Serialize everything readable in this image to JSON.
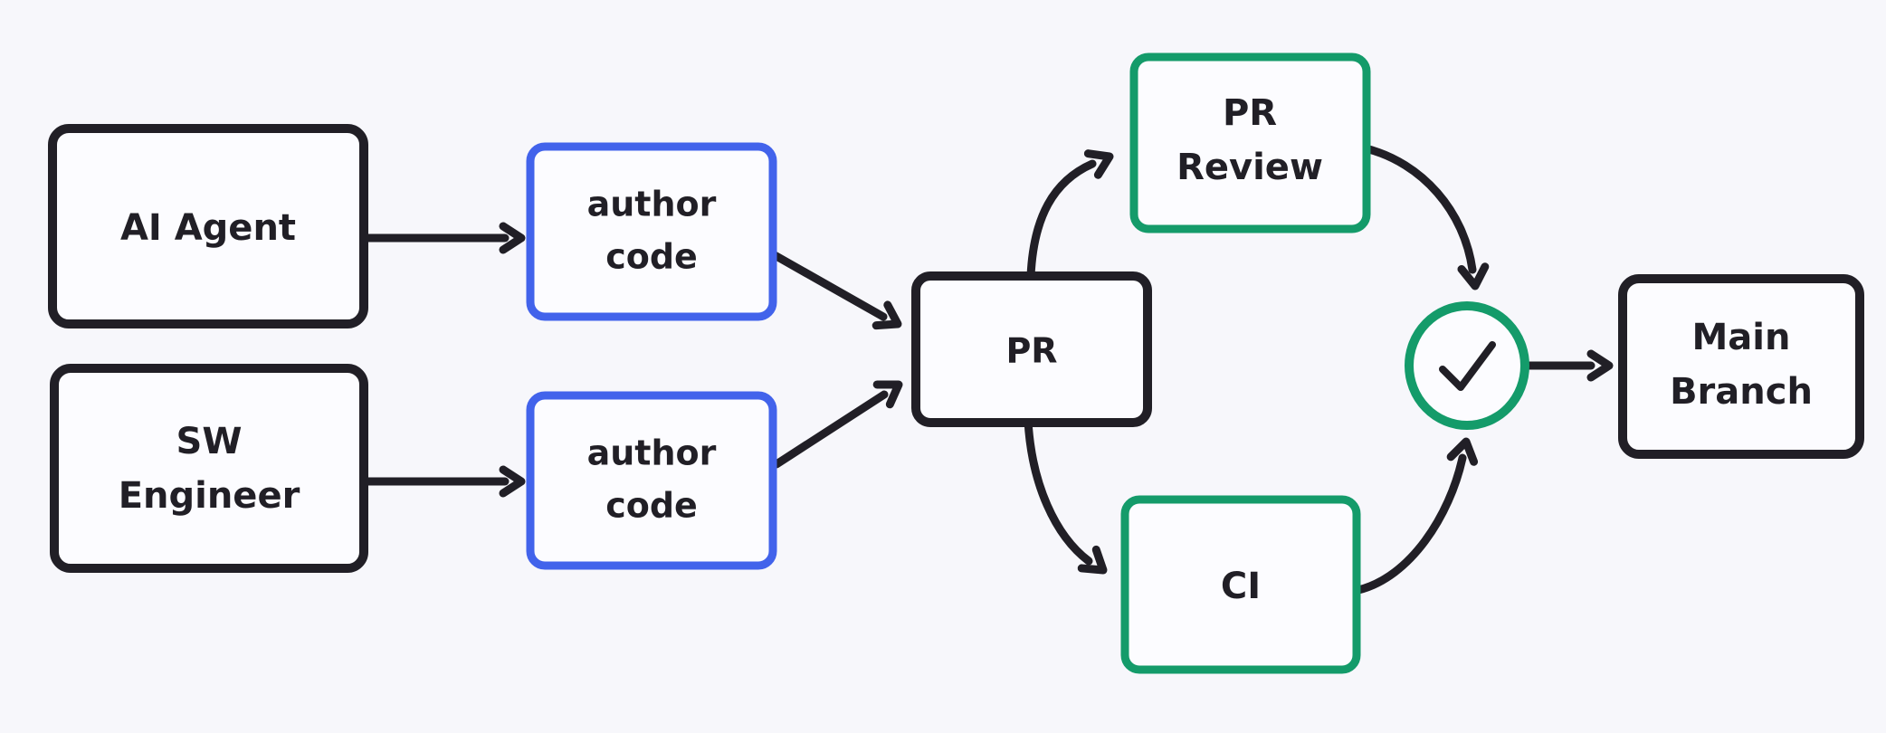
{
  "colors": {
    "background": "#f7f7fb",
    "node_fill": "#fcfcff",
    "stroke_black": "#211f26",
    "stroke_blue": "#4263eb",
    "stroke_green": "#149b6a",
    "text_color": "#211f26"
  },
  "diagram": {
    "nodes": {
      "ai_agent": {
        "label": "AI Agent",
        "line1": "AI Agent",
        "border_color": "#211f26"
      },
      "sw_engineer": {
        "label": "SW Engineer",
        "line1": "SW",
        "line2": "Engineer",
        "border_color": "#211f26"
      },
      "author_code_top": {
        "label": "author code",
        "line1": "author",
        "line2": "code",
        "border_color": "#4263eb"
      },
      "author_code_bottom": {
        "label": "author code",
        "line1": "author",
        "line2": "code",
        "border_color": "#4263eb"
      },
      "pr": {
        "label": "PR",
        "line1": "PR",
        "border_color": "#211f26"
      },
      "pr_review": {
        "label": "PR Review",
        "line1": "PR",
        "line2": "Review",
        "border_color": "#149b6a"
      },
      "ci": {
        "label": "CI",
        "line1": "CI",
        "border_color": "#149b6a"
      },
      "check": {
        "label": "",
        "icon": "check-icon",
        "border_color": "#149b6a"
      },
      "main_branch": {
        "label": "Main Branch",
        "line1": "Main",
        "line2": "Branch",
        "border_color": "#211f26"
      }
    },
    "edges": [
      {
        "from": "ai_agent",
        "to": "author_code_top"
      },
      {
        "from": "sw_engineer",
        "to": "author_code_bottom"
      },
      {
        "from": "author_code_top",
        "to": "pr"
      },
      {
        "from": "author_code_bottom",
        "to": "pr"
      },
      {
        "from": "pr",
        "to": "pr_review"
      },
      {
        "from": "pr",
        "to": "ci"
      },
      {
        "from": "pr_review",
        "to": "check"
      },
      {
        "from": "ci",
        "to": "check"
      },
      {
        "from": "check",
        "to": "main_branch"
      }
    ]
  }
}
